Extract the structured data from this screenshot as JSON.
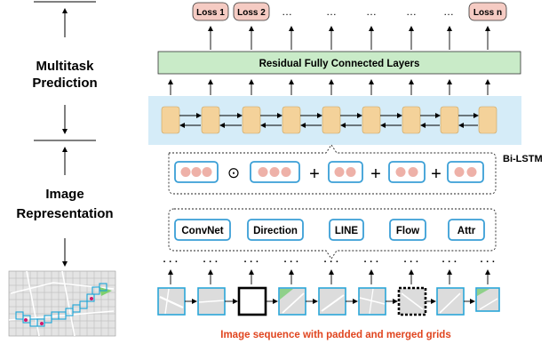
{
  "left": {
    "multitask": [
      "Multitask",
      "Prediction"
    ],
    "image_rep": [
      "Image",
      "Representation"
    ]
  },
  "losses": [
    "Loss 1",
    "Loss 2",
    "…",
    "…",
    "…",
    "…",
    "…",
    "Loss n"
  ],
  "residual_label": "Residual Fully Connected Layers",
  "bilstm_label": "Bi-LSTM",
  "ops": [
    "⊙",
    "+",
    "+",
    "+"
  ],
  "features": [
    "ConvNet",
    "Direction",
    "LINE",
    "Flow",
    "Attr"
  ],
  "ellipsis": "· · ·",
  "caption": "Image sequence with padded and merged grids",
  "colors": {
    "loss_fill": "#f5cbc3",
    "residual_fill": "#c9ebc8",
    "lstm_band": "#d5ecf8",
    "lstm_cell": "#f4d29a",
    "feature_border": "#3a9fd6",
    "embedding_dot": "#eeb1a8",
    "caption": "#e0451f"
  }
}
